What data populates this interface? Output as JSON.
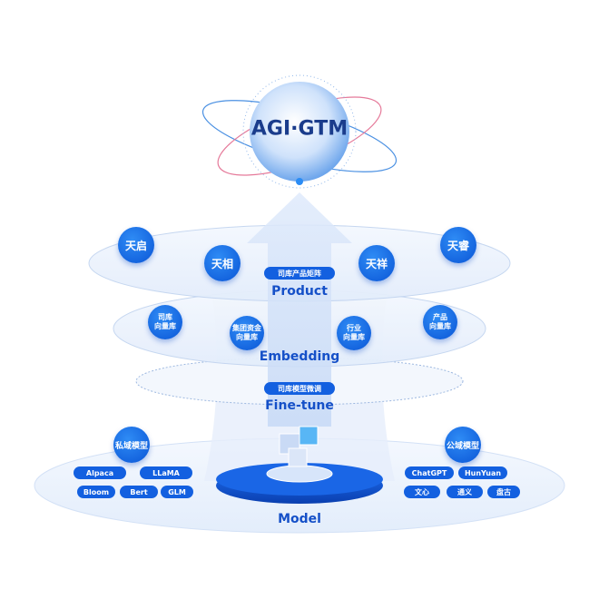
{
  "title": "AGI·GTM",
  "product": {
    "label": "Product",
    "pill": "司库产品矩阵",
    "items": [
      "天启",
      "天相",
      "天祥",
      "天睿"
    ]
  },
  "embedding": {
    "label": "Embedding",
    "items": [
      [
        "司库",
        "向量库"
      ],
      [
        "集团资金",
        "向量库"
      ],
      [
        "行业",
        "向量库"
      ],
      [
        "产品",
        "向量库"
      ]
    ]
  },
  "finetune": {
    "label": "Fine-tune",
    "pill": "司库模型微调"
  },
  "model": {
    "label": "Model",
    "private": {
      "label": "私域模型",
      "items": [
        "Alpaca",
        "LLaMA",
        "Bloom",
        "Bert",
        "GLM"
      ]
    },
    "public": {
      "label": "公域模型",
      "items": [
        "ChatGPT",
        "HunYuan",
        "文心",
        "通义",
        "盘古"
      ]
    }
  },
  "colors": {
    "accent": "#0a55d6",
    "text": "#1550c8"
  }
}
